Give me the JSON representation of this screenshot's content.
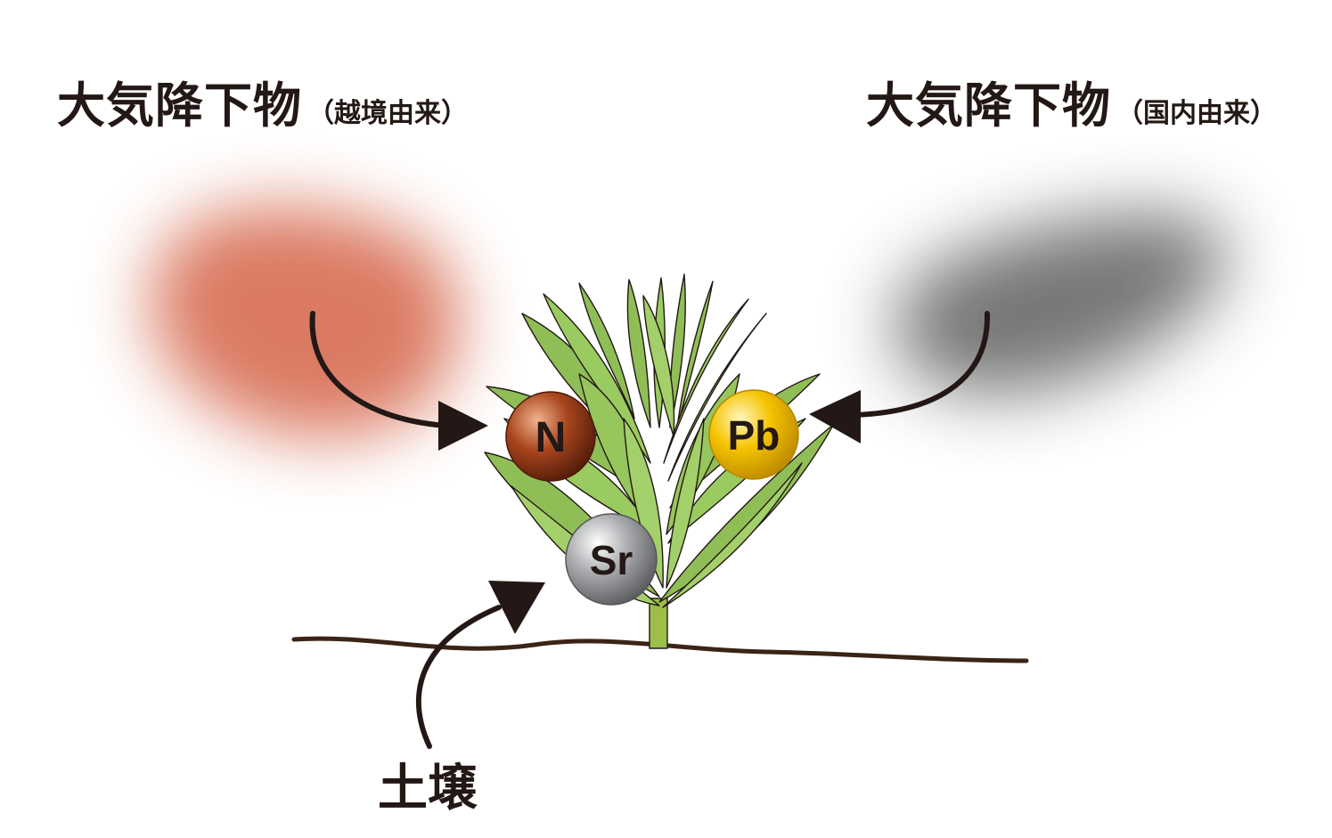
{
  "labels": {
    "left": {
      "main": "大気降下物",
      "sub": "（越境由来）"
    },
    "right": {
      "main": "大気降下物",
      "sub": "（国内由来）"
    },
    "soil": "土壌"
  },
  "elements": {
    "nitrogen": "N",
    "lead": "Pb",
    "strontium": "Sr"
  },
  "colors": {
    "transboundary_cloud": "#d9735a",
    "domestic_cloud": "#6f6f6f",
    "leaf_fill": "#8fbe57",
    "leaf_stroke": "#231815",
    "stem": "#9cbf4a",
    "ground_line": "#3b2416",
    "arrow": "#231815",
    "nitrogen_ball": "#7a2e14",
    "lead_ball": "#f2c100",
    "strontium_ball": "#8e9093"
  }
}
